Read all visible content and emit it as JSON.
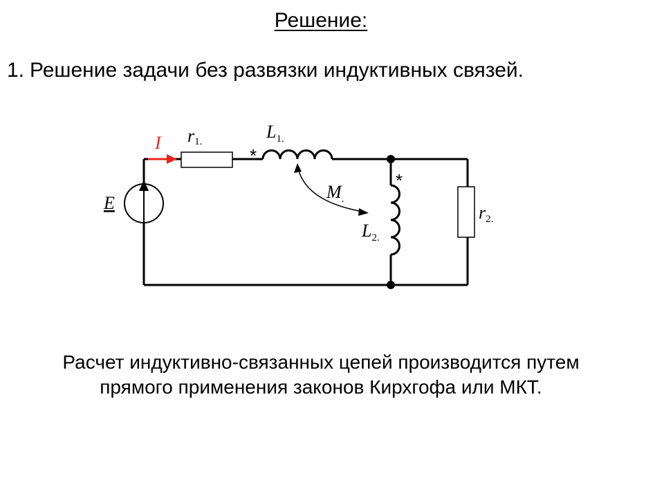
{
  "slide": {
    "title": "Решение:",
    "point_number": "1.",
    "point_text": "Решение задачи без развязки индуктивных связей.",
    "conclusion_line1": "Расчет индуктивно-связанных цепей производится путем",
    "conclusion_line2": "прямого применения законов Кирхгофа или МКТ."
  },
  "circuit": {
    "current_label": "I",
    "source_label": "E",
    "r1_letter": "r",
    "r1_sub": "1.",
    "l1_letter": "L",
    "l1_sub": "1.",
    "l2_letter": "L",
    "l2_sub": "2.",
    "r2_letter": "r",
    "r2_sub": "2.",
    "m_letter": "M",
    "m_sub": ".",
    "polarity_mark_l1": "*",
    "polarity_mark_l2": "*",
    "current_color": "#e8231f",
    "wire_color": "#000000"
  }
}
